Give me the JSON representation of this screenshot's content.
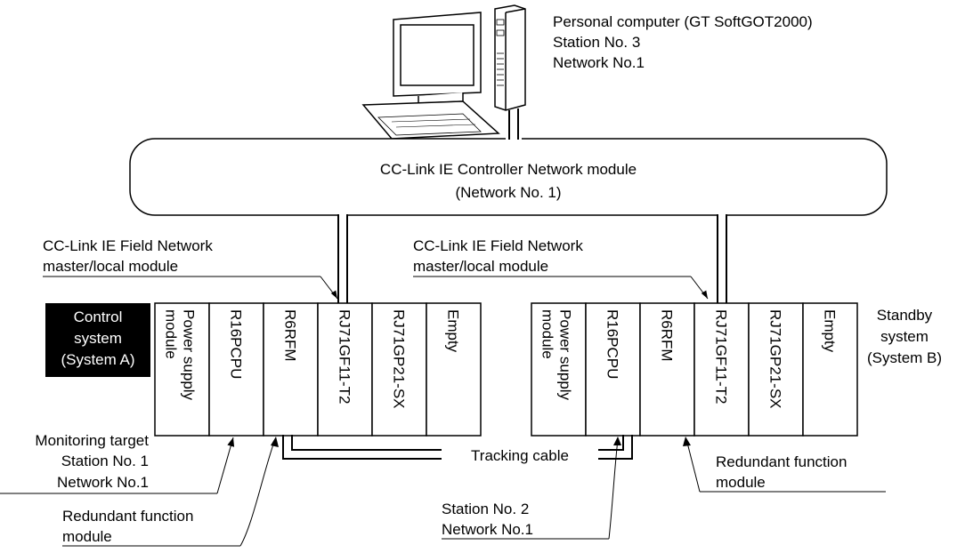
{
  "pc": {
    "name": "Personal computer (GT SoftGOT2000)",
    "station": "Station No. 3",
    "network": "Network No.1"
  },
  "network_cloud": {
    "line1": "CC-Link IE Controller Network module",
    "line2": "(Network No. 1)"
  },
  "callout_left": {
    "line1": "CC-Link IE Field Network",
    "line2": "master/local module"
  },
  "callout_right": {
    "line1": "CC-Link IE Field Network",
    "line2": "master/local module"
  },
  "system_a": {
    "label_lines": [
      "Control",
      "system",
      "(System A)"
    ],
    "modules": [
      {
        "lines": [
          "Power supply",
          "module"
        ]
      },
      {
        "lines": [
          "R16PCPU"
        ]
      },
      {
        "lines": [
          "R6RFM"
        ]
      },
      {
        "lines": [
          "RJ71GF11-T2"
        ]
      },
      {
        "lines": [
          "RJ71GP21-SX"
        ]
      },
      {
        "lines": [
          "Empty"
        ]
      }
    ]
  },
  "system_b": {
    "label_lines": [
      "Standby",
      "system",
      "(System B)"
    ],
    "modules": [
      {
        "lines": [
          "Power supply",
          "module"
        ]
      },
      {
        "lines": [
          "R16PCPU"
        ]
      },
      {
        "lines": [
          "R6RFM"
        ]
      },
      {
        "lines": [
          "RJ71GF11-T2"
        ]
      },
      {
        "lines": [
          "RJ71GP21-SX"
        ]
      },
      {
        "lines": [
          "Empty"
        ]
      }
    ]
  },
  "tracking_cable": "Tracking cable",
  "monitoring_target": {
    "line1": "Monitoring target",
    "line2": "Station No. 1",
    "line3": "Network No.1"
  },
  "redundant_left": {
    "line1": "Redundant function",
    "line2": "module"
  },
  "redundant_right": {
    "line1": "Redundant function",
    "line2": "module"
  },
  "station2": {
    "line1": "Station No. 2",
    "line2": "Network No.1"
  }
}
